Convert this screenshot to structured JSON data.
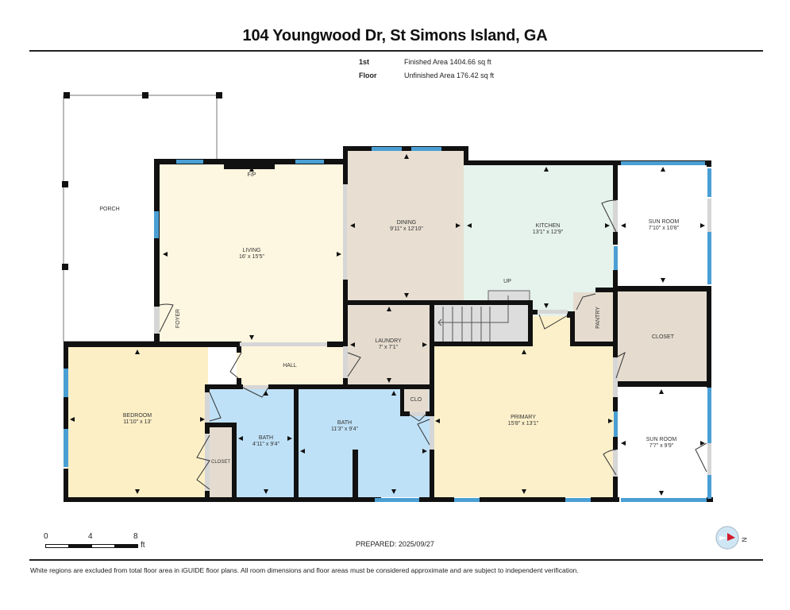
{
  "header": {
    "title": "104 Youngwood Dr, St Simons Island, GA",
    "floor_label": "1st Floor",
    "finished_area": "Finished Area 1404.66 sq ft",
    "unfinished_area": "Unfinished Area 176.42 sq ft"
  },
  "rooms": {
    "porch": {
      "name": "PORCH"
    },
    "living": {
      "name": "LIVING",
      "dim": "16' x 15'5\""
    },
    "fireplace": {
      "name": "F/P"
    },
    "foyer": {
      "name": "FOYER"
    },
    "dining": {
      "name": "DINING",
      "dim": "9'11\" x 12'10\""
    },
    "kitchen": {
      "name": "KITCHEN",
      "dim": "13'1\" x 12'9\""
    },
    "sun_room_1": {
      "name": "SUN ROOM",
      "dim": "7'10\" x 10'8\""
    },
    "stairs": {
      "name": "UP"
    },
    "pantry": {
      "name": "PANTRY"
    },
    "closet_large": {
      "name": "CLOSET"
    },
    "laundry": {
      "name": "LAUNDRY",
      "dim": "7' x 7'1\""
    },
    "hall": {
      "name": "HALL"
    },
    "bedroom": {
      "name": "BEDROOM",
      "dim": "11'10\" x 13'"
    },
    "closet_bedroom": {
      "name": "CLOSET"
    },
    "bath_small": {
      "name": "BATH",
      "dim": "4'11\" x 9'4\""
    },
    "bath_large": {
      "name": "BATH",
      "dim": "11'3\" x 9'4\""
    },
    "clo": {
      "name": "CLO"
    },
    "primary": {
      "name": "PRIMARY",
      "dim": "15'8\" x 13'1\""
    },
    "sun_room_2": {
      "name": "SUN ROOM",
      "dim": "7'7\" x 9'9\""
    }
  },
  "colors": {
    "wall": "#111111",
    "window": "#4a9fd4",
    "living": "#fdf6e0",
    "dining": "#e8dfd2",
    "kitchen": "#e6f2ec",
    "bedroom": "#fcefc6",
    "bath": "#bfe1f7",
    "closet": "#e5dccf",
    "stairs": "#dddddd",
    "primary": "#fcf0ca",
    "hall": "#fdf5dc"
  },
  "scale": {
    "ticks": [
      "0",
      "4",
      "8"
    ],
    "unit": "ft"
  },
  "prepared": "PREPARED: 2025/09/27",
  "compass": {
    "label": "N"
  },
  "footer": "White regions are excluded from total floor area in iGUIDE floor plans. All room dimensions and floor areas must be considered approximate and are subject to independent verification."
}
